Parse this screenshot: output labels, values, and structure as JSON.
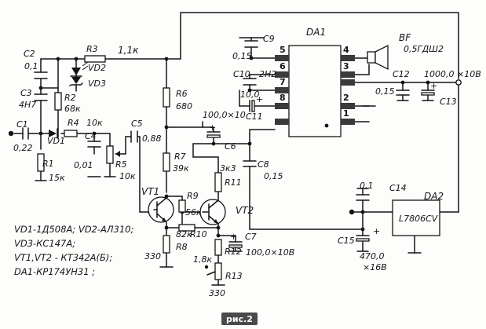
{
  "components": {
    "C1": {
      "ref": "C1",
      "value": "0,22"
    },
    "C2": {
      "ref": "C2",
      "value": "0,1"
    },
    "C3": {
      "ref": "C3",
      "value": "4H7"
    },
    "C4": {
      "ref": "C4",
      "value": "0,01"
    },
    "C5": {
      "ref": "C5",
      "value": "0,88"
    },
    "C6": {
      "ref": "C6",
      "value": "100,0×10"
    },
    "C7": {
      "ref": "C7",
      "value": "100,0×10В"
    },
    "C8": {
      "ref": "C8",
      "value": "0,15"
    },
    "C9": {
      "ref": "C9",
      "value": "0,15"
    },
    "C10": {
      "ref": "C10",
      "value": "2H2"
    },
    "C11": {
      "ref": "C11",
      "value": "10,0"
    },
    "C12": {
      "ref": "C12",
      "value": "0,15"
    },
    "C13": {
      "ref": "C13",
      "value": "1000,0 ×10В"
    },
    "C14": {
      "ref": "C14",
      "value": "0,1"
    },
    "C15": {
      "ref": "C15",
      "value": "470,0"
    },
    "C15v": {
      "ref": "",
      "value": "×16В"
    },
    "R1": {
      "ref": "R1",
      "value": "15к"
    },
    "R2": {
      "ref": "R2",
      "value": "68к"
    },
    "R3": {
      "ref": "R3",
      "value": "1,1к"
    },
    "R4": {
      "ref": "R4",
      "value": "10к"
    },
    "R5": {
      "ref": "R5",
      "value": "10к"
    },
    "R6": {
      "ref": "R6",
      "value": "680"
    },
    "R7": {
      "ref": "R7",
      "value": "39к"
    },
    "R8": {
      "ref": "R8",
      "value": "330"
    },
    "R9": {
      "ref": "R9",
      "value": "56к"
    },
    "R10": {
      "ref": "R10",
      "value": "82к"
    },
    "R11": {
      "ref": "R11",
      "value": "3к3"
    },
    "R12": {
      "ref": "R12",
      "value": "1,8к"
    },
    "R13": {
      "ref": "R13",
      "value": "330"
    },
    "VD1": {
      "ref": "VD1"
    },
    "VD2": {
      "ref": "VD2"
    },
    "VD3": {
      "ref": "VD3"
    },
    "VT1": {
      "ref": "VT1"
    },
    "VT2": {
      "ref": "VT2"
    },
    "DA1": {
      "ref": "DA1"
    },
    "DA2": {
      "ref": "DA2",
      "part": "L7806CV"
    },
    "BF": {
      "ref": "BF",
      "value": "0,5ГДШ2"
    }
  },
  "ic_pins": {
    "left": [
      "5",
      "6",
      "7",
      "8"
    ],
    "right": [
      "4",
      "3",
      "2",
      "1"
    ]
  },
  "notes": [
    "VD1-1Д508А; VD2-АЛ310;",
    "VD3-КС147А;",
    "VT1,VT2 - КТ342А(Б);",
    "DA1-КР174УН31 ;"
  ],
  "figure_label": "рис.2"
}
